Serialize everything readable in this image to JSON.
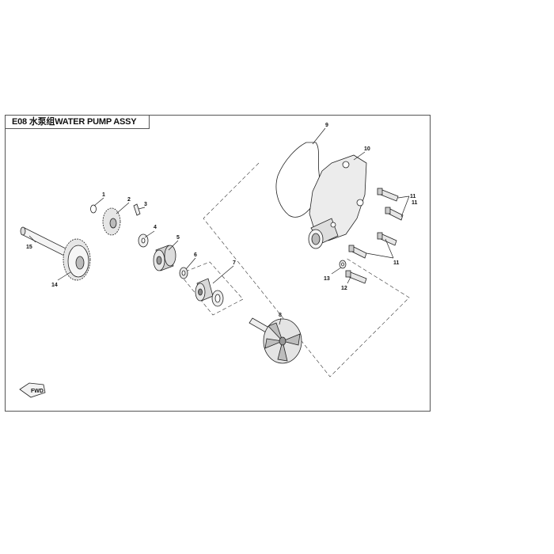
{
  "title": "E08 水泵组WATER PUMP ASSY",
  "callouts": [
    "1",
    "2",
    "3",
    "4",
    "5",
    "6",
    "7",
    "8",
    "9",
    "10",
    "11",
    "11",
    "11",
    "12",
    "13",
    "14",
    "15"
  ],
  "fwd_label": "FWD"
}
